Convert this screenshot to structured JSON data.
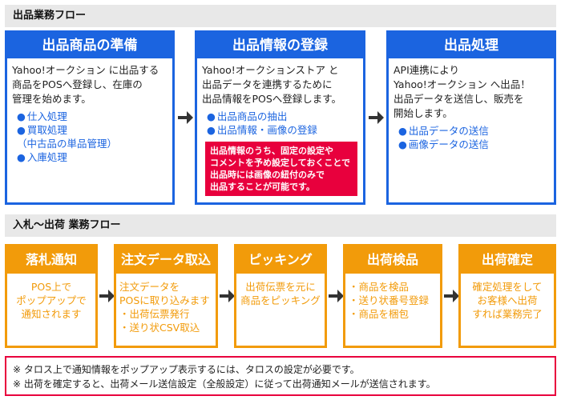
{
  "sections": {
    "top_label": "出品業務フロー",
    "bottom_label": "入札～出荷 業務フロー"
  },
  "top_boxes": [
    {
      "title": "出品商品の準備",
      "desc": "Yahoo!オークション に出品する\n商品をPOSへ登録し、在庫の\n管理を始めます。",
      "items": [
        "仕入処理",
        "買取処理\n（中古品の単品管理）",
        "入庫処理"
      ]
    },
    {
      "title": "出品情報の登録",
      "desc": "Yahoo!オークションストア と\n出品データを連携するために\n出品情報をPOSへ登録します。",
      "items": [
        "出品商品の抽出",
        "出品情報・画像の登録"
      ],
      "note": "出品情報のうち、固定の設定や\nコメントを予め設定しておくことで\n出品時には画像の紐付のみで\n出品することが可能です。"
    },
    {
      "title": "出品処理",
      "desc": "API連携により\nYahoo!オークション へ出品！\n出品データを送信し、販売を\n開始します。",
      "items": [
        "出品データの送信",
        "画像データの送信"
      ]
    }
  ],
  "bottom_boxes": [
    {
      "title": "落札通知",
      "body": "POS上で\nポップアップで\n通知されます"
    },
    {
      "title": "注文データ取込",
      "body": "注文データを\nPOSに取り込みます\n・出荷伝票発行\n・送り状CSV取込"
    },
    {
      "title": "ピッキング",
      "body": "出荷伝票を元に\n商品をピッキング"
    },
    {
      "title": "出荷検品",
      "body": "・商品を検品\n・送り状番号登録\n・商品を梱包"
    },
    {
      "title": "出荷確定",
      "body": "確定処理をして\nお客様へ出荷\nすれば業務完了"
    }
  ],
  "notes": [
    "※ タロス上で通知情報をポップアップ表示するには、タロスの設定が必要です。",
    "※ 出荷を確定すると、出荷メール送信設定（全般設定）に従って出荷通知メールが送信されます。"
  ],
  "colors": {
    "blue": "#1b64e0",
    "orange": "#f29b0a",
    "red": "#e8003d",
    "arrow": "#333333"
  }
}
